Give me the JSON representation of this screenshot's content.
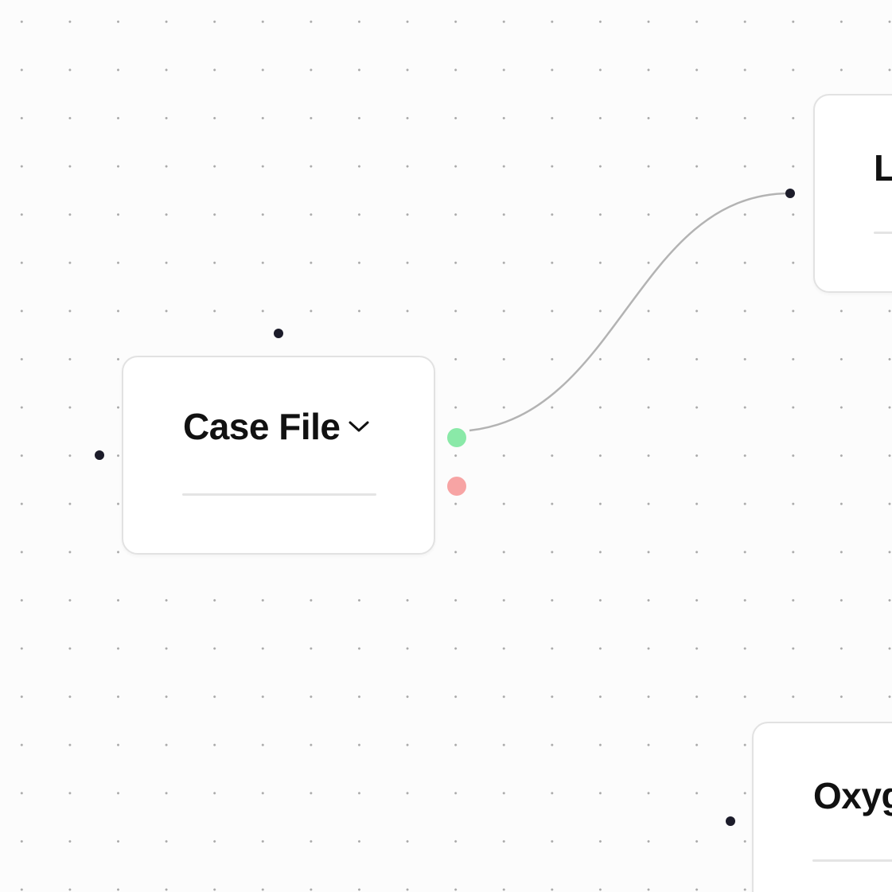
{
  "canvas": {
    "background_color": "#fcfcfc",
    "grid_dot_color": "#a9a9a9"
  },
  "nodes": {
    "case_file": {
      "title": "Case File",
      "dropdown_icon": "chevron-down-icon"
    },
    "top_right": {
      "title": "L"
    },
    "bottom_right": {
      "title": "Oxyg"
    }
  },
  "colors": {
    "handle_default": "#1c1c2a",
    "handle_success": "#8ae9a8",
    "handle_failure": "#f7a4a4",
    "edge": "#b3b3b3",
    "node_border": "#e2e2e2"
  },
  "edges": [
    {
      "from": "case-file-success-handle",
      "to": "top-right-node-input-handle"
    }
  ]
}
